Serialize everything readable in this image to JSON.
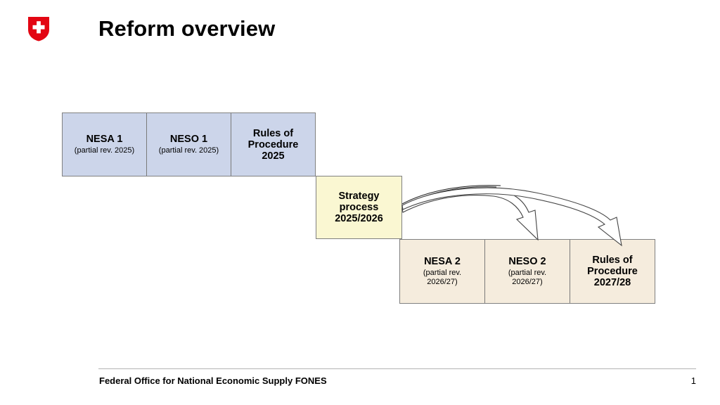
{
  "slide": {
    "title": "Reform overview",
    "logo_alt": "Swiss Confederation coat of arms",
    "colors": {
      "logo_red": "#E30613",
      "row_blue_fill": "#CCD5EA",
      "strategy_fill": "#FAF7D2",
      "row_beige_fill": "#F5ECDD",
      "box_border": "#808080",
      "footer_rule": "#B3B3B3",
      "text": "#000000"
    }
  },
  "row_blue": {
    "cells": [
      {
        "main": "NESA 1",
        "sub": "(partial rev. 2025)"
      },
      {
        "main": "NESO 1",
        "sub": "(partial rev. 2025)"
      },
      {
        "main": "Rules of\nProcedure\n2025",
        "sub": ""
      }
    ]
  },
  "strategy": {
    "main": "Strategy\nprocess\n2025/2026"
  },
  "row_beige": {
    "cells": [
      {
        "main": "NESA 2",
        "sub": "(partial rev.\n2026/27)"
      },
      {
        "main": "NESO 2",
        "sub": "(partial rev.\n2026/27)"
      },
      {
        "main": "Rules of\nProcedure\n2027/28",
        "sub": ""
      }
    ]
  },
  "arrows": {
    "count": 3,
    "description": "curved block arrows from Strategy process box to NESO 2 and Rules of Procedure 2027/28"
  },
  "footer": {
    "organisation": "Federal Office for National Economic Supply FONES",
    "page_number": "1"
  }
}
